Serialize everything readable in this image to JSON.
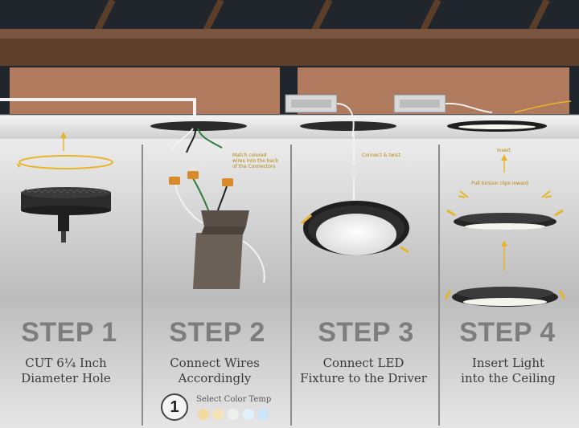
{
  "steps": [
    {
      "title": "STEP 1",
      "line1": "CUT 6¼ Inch",
      "line2": "Diameter Hole"
    },
    {
      "title": "STEP 2",
      "line1": "Connect Wires",
      "line2": "Accordingly"
    },
    {
      "title": "STEP 3",
      "line1": "Connect LED",
      "line2": "Fixture to the Driver"
    },
    {
      "title": "STEP 4",
      "line1": "Insert Light",
      "line2": "into the Ceiling"
    }
  ],
  "notes": {
    "step2_line1": "Match colored",
    "step2_line2": "wires into the back",
    "step2_line3": "of the Connectors",
    "step3": "Connect & twist",
    "step4_top": "Insert",
    "step4_mid": "Pull torsion clips inward"
  },
  "color_temp": {
    "label": "Select Color Temp",
    "dial_value": "1",
    "swatches": [
      "#f3d8a0",
      "#f5e3b8",
      "#eef0ee",
      "#dff2fb",
      "#c9e6fb"
    ]
  },
  "colors": {
    "accent": "#e8b52a",
    "title_gray": "#7d7d7d",
    "fixture_black": "#1f1f1f",
    "wood": "#6b4a35"
  }
}
